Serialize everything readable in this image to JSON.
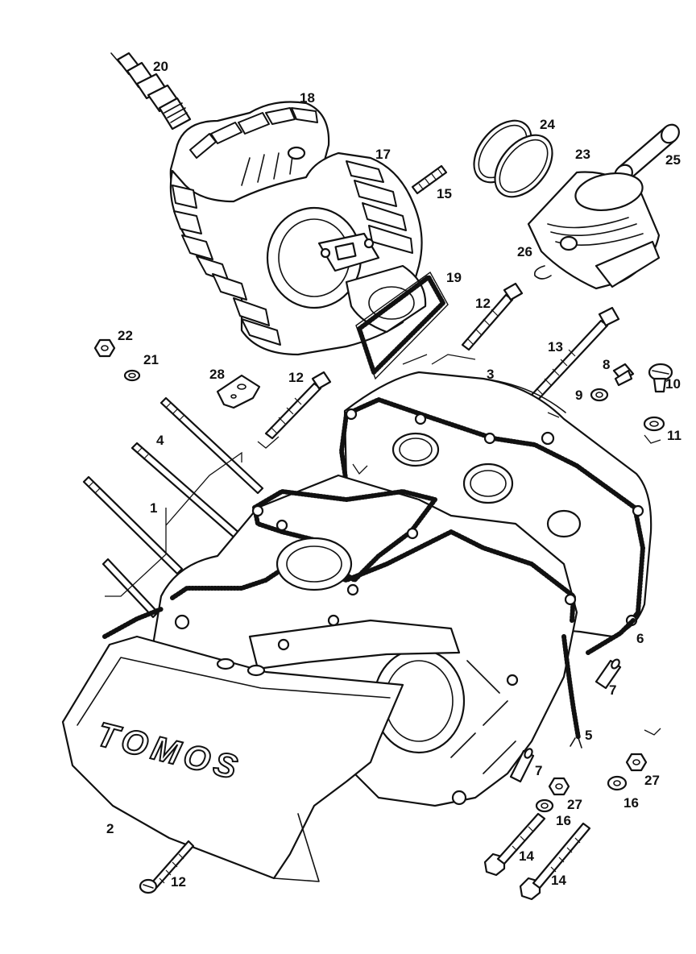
{
  "diagram": {
    "brand_text": "TOMOS",
    "callouts": {
      "c1": "1",
      "c2": "2",
      "c3": "3",
      "c4": "4",
      "c5": "5",
      "c6": "6",
      "c7a": "7",
      "c7b": "7",
      "c8": "8",
      "c9": "9",
      "c10": "10",
      "c11": "11",
      "c12a": "12",
      "c12b": "12",
      "c12c": "12",
      "c13": "13",
      "c14a": "14",
      "c14b": "14",
      "c15": "15",
      "c16a": "16",
      "c16b": "16",
      "c17": "17",
      "c18": "18",
      "c19": "19",
      "c20": "20",
      "c21": "21",
      "c22": "22",
      "c23": "23",
      "c24": "24",
      "c25": "25",
      "c26": "26",
      "c27a": "27",
      "c27b": "27",
      "c28": "28"
    }
  }
}
